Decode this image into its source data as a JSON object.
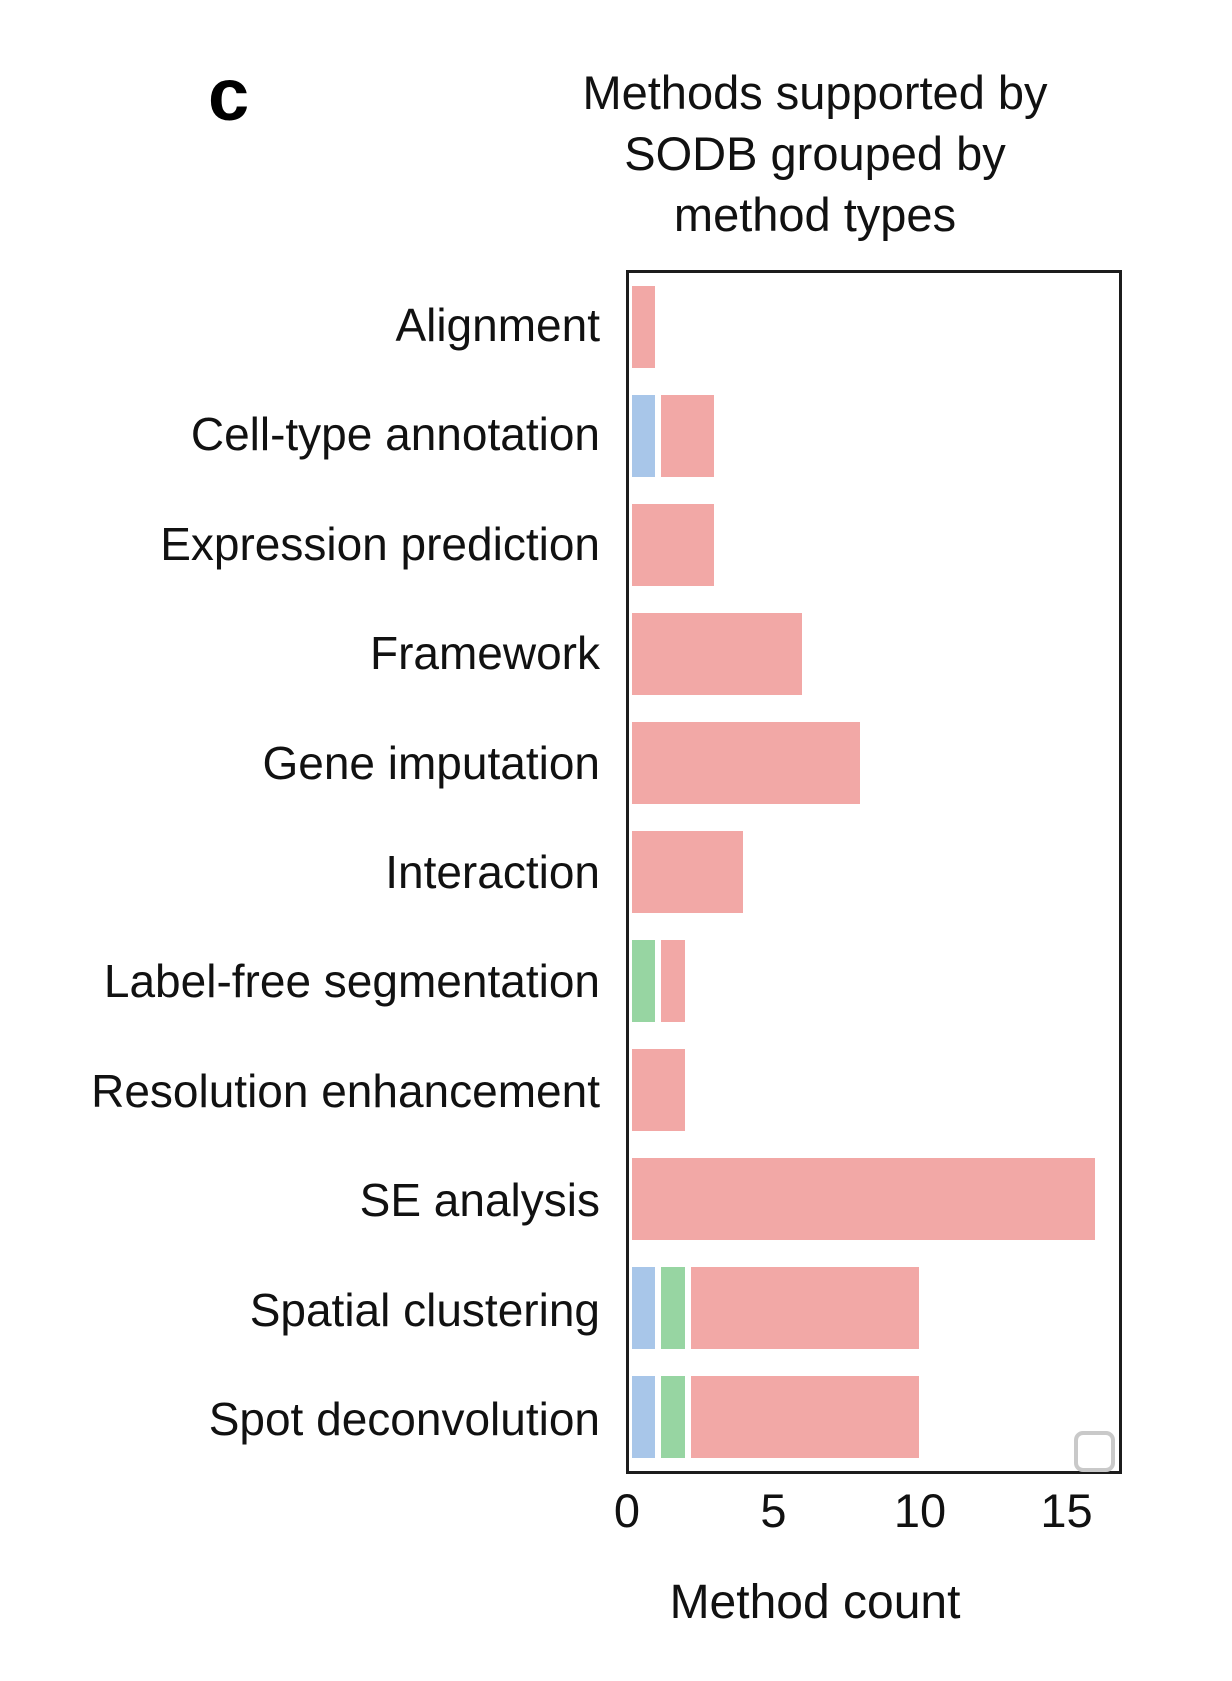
{
  "panel_letter": "c",
  "title_lines": [
    "Methods supported by",
    "SODB grouped by",
    "method types"
  ],
  "colors": {
    "blue": "#a8c6e9",
    "green": "#97d5a2",
    "pink": "#f2a8a6",
    "axis": "#1c1c1c",
    "legend_box_border": "#c9c9c9"
  },
  "chart_data": {
    "type": "bar",
    "orientation": "horizontal",
    "stacked": true,
    "title": "Methods supported by SODB grouped by method types",
    "xlabel": "Method count",
    "ylabel": "",
    "xlim": [
      0,
      16.75
    ],
    "x_ticks": [
      0,
      5,
      10,
      15
    ],
    "grid": false,
    "legend": {
      "visible": true,
      "position": "lower right",
      "entries": [],
      "note": "empty rounded legend box, no labels shown"
    },
    "categories": [
      "Alignment",
      "Cell-type annotation",
      "Expression prediction",
      "Framework",
      "Gene imputation",
      "Interaction",
      "Label-free segmentation",
      "Resolution enhancement",
      "SE analysis",
      "Spatial clustering",
      "Spot deconvolution"
    ],
    "series": [
      {
        "name": "blue-segment",
        "color": "#a8c6e9",
        "values": [
          0,
          1,
          0,
          0,
          0,
          0,
          0,
          0,
          0,
          1,
          1
        ]
      },
      {
        "name": "green-segment",
        "color": "#97d5a2",
        "values": [
          0,
          0,
          0,
          0,
          0,
          0,
          1,
          0,
          0,
          1,
          1
        ]
      },
      {
        "name": "pink-segment",
        "color": "#f2a8a6",
        "values": [
          1,
          2,
          3,
          6,
          8,
          4,
          1,
          2,
          16,
          8,
          8
        ]
      }
    ],
    "totals": [
      1,
      3,
      3,
      6,
      8,
      4,
      2,
      2,
      16,
      10,
      10
    ]
  }
}
